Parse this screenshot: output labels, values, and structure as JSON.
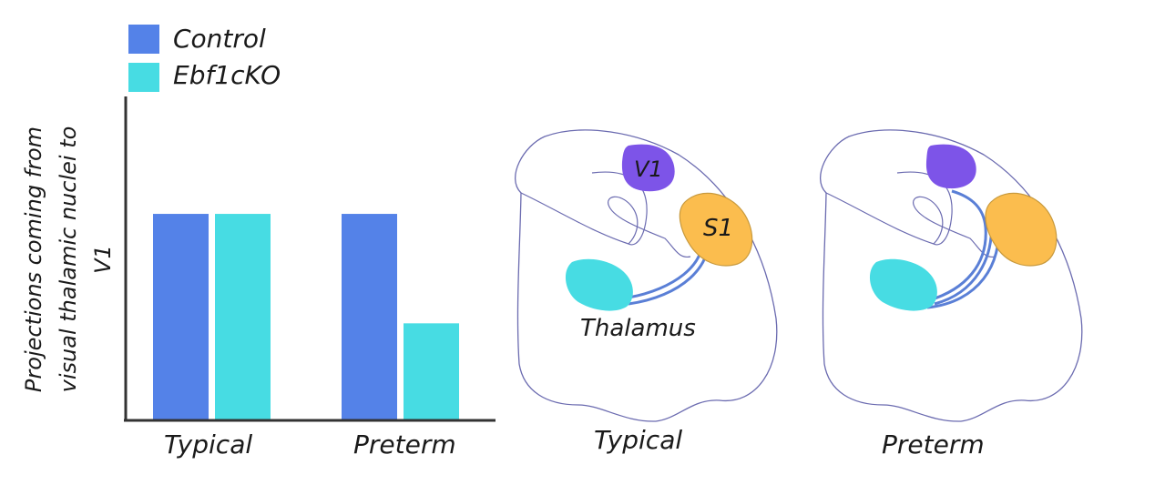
{
  "chart_data": {
    "type": "bar",
    "categories": [
      "Typical",
      "Preterm"
    ],
    "series": [
      {
        "name": "Control",
        "values": [
          1.0,
          1.0
        ]
      },
      {
        "name": "Ebf1cKO",
        "values": [
          1.0,
          0.47
        ]
      }
    ],
    "ylabel": "Projections coming from visual thalamic nuclei to V1",
    "ylim": [
      0,
      1.2
    ],
    "grid": false,
    "legend": "top-left"
  },
  "colors": {
    "control": "#5482E8",
    "ebf1cko": "#47DCE3",
    "v1": "#7D54E8",
    "s1": "#FBBD4E",
    "thalamus": "#47DCE3",
    "projection": "#5A7FD6",
    "outline": "#6B6BB0",
    "axis": "#333333"
  },
  "diagrams": {
    "typical": {
      "caption": "Typical",
      "v1_label": "V1",
      "s1_label": "S1",
      "thalamus_label": "Thalamus"
    },
    "preterm": {
      "caption": "Preterm"
    }
  }
}
